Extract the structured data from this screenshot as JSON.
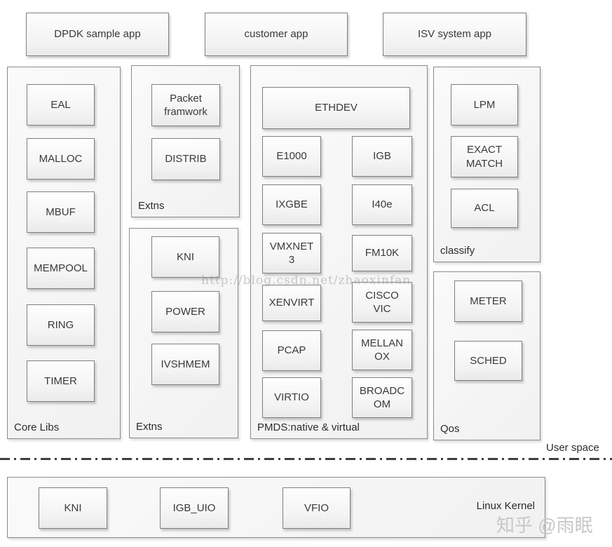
{
  "apps": [
    {
      "label": "DPDK sample app"
    },
    {
      "label": "customer app"
    },
    {
      "label": "ISV system app"
    }
  ],
  "groups": {
    "core_libs": {
      "label": "Core Libs",
      "items": [
        "EAL",
        "MALLOC",
        "MBUF",
        "MEMPOOL",
        "RING",
        "TIMER"
      ]
    },
    "extns_top": {
      "label": "Extns",
      "items": [
        "Packet\nframwork",
        "DISTRIB"
      ]
    },
    "extns_bottom": {
      "label": "Extns",
      "items": [
        "KNI",
        "POWER",
        "IVSHMEM"
      ]
    },
    "pmds": {
      "label": "PMDS:native & virtual",
      "header": "ETHDEV",
      "left": [
        "E1000",
        "IXGBE",
        "VMXNET\n3",
        "XENVIRT",
        "PCAP",
        "VIRTIO"
      ],
      "right": [
        "IGB",
        "I40e",
        "FM10K",
        "CISCO\nVIC",
        "MELLAN\nOX",
        "BROADC\nOM"
      ]
    },
    "classify": {
      "label": "classify",
      "items": [
        "LPM",
        "EXACT\nMATCH",
        "ACL"
      ]
    },
    "qos": {
      "label": "Qos",
      "items": [
        "METER",
        "SCHED"
      ]
    },
    "kernel": {
      "label": "Linux Kernel",
      "items": [
        "KNI",
        "IGB_UIO",
        "VFIO"
      ]
    }
  },
  "labels": {
    "user_space": "User space"
  },
  "watermarks": {
    "csdn": "http://blog.csdn.net/zhaoxinfan",
    "zhihu": "知乎 @雨眠"
  },
  "colors": {
    "box_border": "#7f7f7f",
    "box_fill": "#f7f7f7",
    "container_fill": "#f3f3f3",
    "text": "#3a3a3a",
    "watermark_gray": "#c7c7c7"
  }
}
